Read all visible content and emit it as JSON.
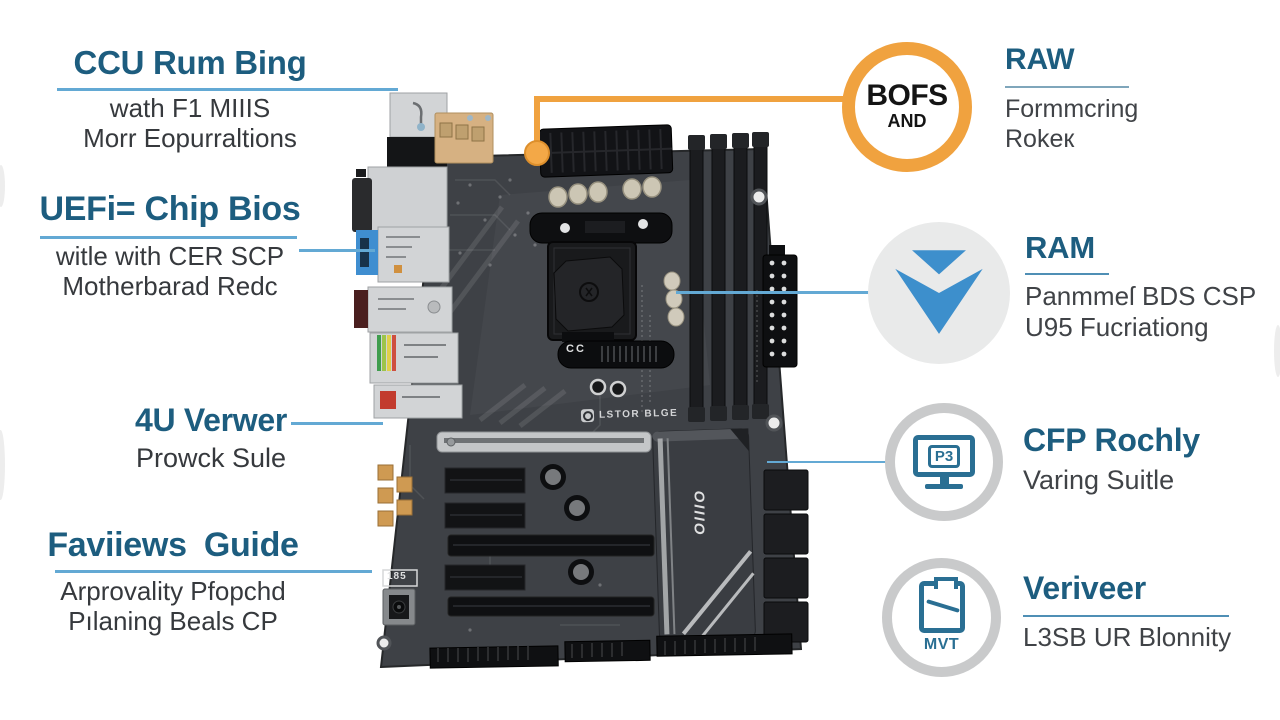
{
  "page": {
    "background": "#ffffff"
  },
  "colors": {
    "title_teal": "#1d5d7f",
    "subtitle_gray": "#36393d",
    "leader_blue": "#63a9d4",
    "underline_muted": "#7fa6bb",
    "accent_orange": "#f0a23f",
    "ring_gray": "#c9cacb",
    "icon_teal": "#2a6f93",
    "icon_blue": "#3d8fcc",
    "circle_bg": "#e9eaea",
    "pcb_gray": "#3e4146"
  },
  "left_labels": [
    {
      "title": "CCU Rum Bing",
      "lines": [
        "wath F1 MIIIS",
        "Morr Eopurraltions"
      ]
    },
    {
      "title": "UEFi= Chip Bios",
      "lines": [
        "witle with CER SCP",
        "Motherbarad Redc"
      ]
    },
    {
      "title": "4U Verwer",
      "lines": [
        "Prowck Sule"
      ]
    },
    {
      "title": "Faviiews Guide",
      "lines": [
        "Arprovality Pfopchd",
        "Pılaning Beals CP"
      ]
    }
  ],
  "right_labels": [
    {
      "title": "RAW",
      "lines": [
        "Formmcring",
        "Rokeк"
      ]
    },
    {
      "title": "RAM",
      "lines": [
        "Panmmeſ BDS CSP",
        "U95 Fucriationg"
      ]
    },
    {
      "title": "CFP Rochly",
      "lines": [
        "Varing Suitle"
      ]
    },
    {
      "title": "Veriveer",
      "lines": [
        "L3SB UR Blonnity"
      ]
    }
  ],
  "badges": {
    "bofs": {
      "line1": "BOFS",
      "line2": "AND"
    },
    "monitor_text": "P3",
    "clipboard_text": "MVT"
  },
  "board": {
    "logo_text": "LSTOR BLGE",
    "heatsink_text": "OIIIO",
    "silkscreen_185": "185",
    "silkscreen_cc": "CC"
  },
  "icons": {
    "ram_circle": "download-arrow-icon",
    "cfp_circle": "monitor-icon",
    "veriveer_circle": "clipboard-icon",
    "bofs_badge": "orange-ring-badge"
  }
}
